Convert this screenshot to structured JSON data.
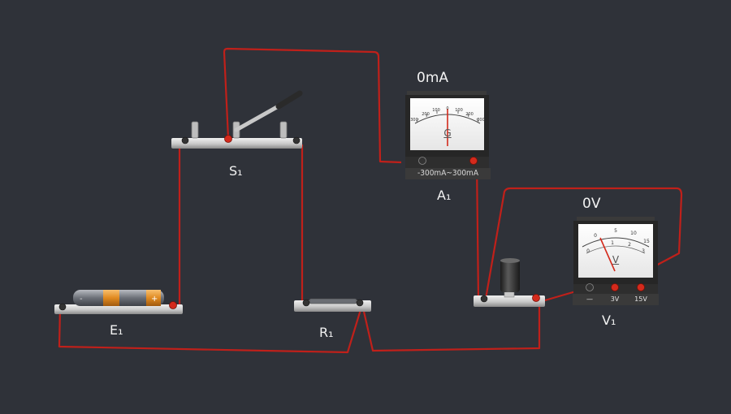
{
  "components": {
    "switch": {
      "label": "S₁"
    },
    "ammeter": {
      "label": "A₁",
      "reading": "0mA",
      "range": "-300mA~300mA",
      "symbol": "G",
      "scale": [
        "300",
        "200",
        "100",
        "0",
        "100",
        "200",
        "300"
      ]
    },
    "voltmeter": {
      "label": "V₁",
      "reading": "0V",
      "symbol": "V",
      "scale_outer": [
        "0",
        "5",
        "10",
        "15"
      ],
      "scale_inner": [
        "0",
        "1",
        "2",
        "3"
      ],
      "terminals": [
        "—",
        "3V",
        "15V"
      ]
    },
    "battery": {
      "label": "E₁"
    },
    "resistor": {
      "label": "R₁"
    },
    "capacitor_base": {
      "label": ""
    }
  },
  "colors": {
    "background": "#2f3239",
    "wire": "#c0201a",
    "base": "#d9d9d9",
    "terminal_red": "#d42a1c",
    "terminal_black": "#333333",
    "meter_body": "#2a2a2a"
  }
}
